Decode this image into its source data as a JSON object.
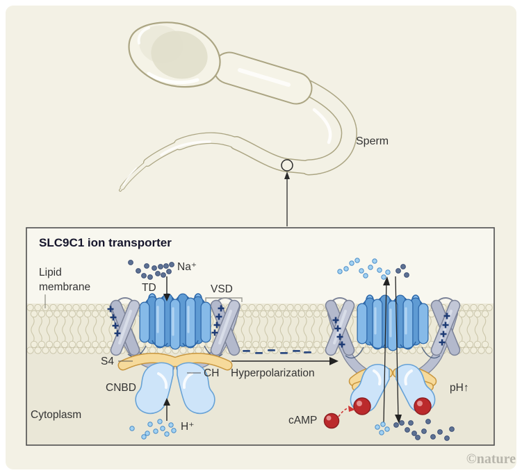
{
  "page": {
    "credit": "©nature"
  },
  "sperm_figure": {
    "label": "Sperm"
  },
  "panel": {
    "title": "SLC9C1 ion transporter",
    "labels": {
      "lipid_membrane": "Lipid membrane",
      "cytoplasm": "Cytoplasm",
      "td": "TD",
      "vsd": "VSD",
      "s4": "S4",
      "cnbd": "CNBD",
      "ch": "CH",
      "na": "Na⁺",
      "h": "H⁺",
      "hyperpolarization": "Hyperpolarization",
      "camp": "cAMP",
      "ph_up": "pH↑"
    },
    "colors": {
      "canvas": "#f3f1e5",
      "panel_top_bg": "#f8f7ef",
      "panel_bottom_bg": "#eae7d7",
      "membrane_base": "#edead9",
      "lipid_head_fill": "#f1eedd",
      "lipid_head_stroke": "#c7c2a7",
      "lipid_tail_stroke": "#ccc7ab",
      "sperm_fill": "#f3f1e5",
      "sperm_outline": "#aba583",
      "sperm_nucleus": "#e2dfcc",
      "td_blue": "#86bae8",
      "td_blue_dark": "#5f9bd3",
      "td_highlight": "#b7d7f4",
      "td_outline": "#2b66a8",
      "vsd_gray": "#c2c7d7",
      "vsd_gray_dark": "#b3b9cc",
      "vsd_highlight": "#dde1ec",
      "vsd_outline": "#7c8398",
      "s4_gray": "#b9bfd1",
      "ch_yellow": "#f6da9b",
      "ch_outline": "#c8963e",
      "cnbd_fill": "#cde4f9",
      "cnbd_outline": "#67a2d6",
      "plus_color": "#1d3a74",
      "dash_color": "#2c4a80",
      "na_ion": "#5d7193",
      "na_ion_stroke": "#3e5076",
      "h_ion": "#a3d2f2",
      "h_ion_stroke": "#4a8cc7",
      "camp_red": "#bb2a2c",
      "camp_red_dark": "#8e1f22",
      "camp_highlight": "#ea9a9a",
      "red_arrow": "#cf3535",
      "arrow_color": "#222222",
      "border_color": "#4f4f4f",
      "leader_color": "#8a8a80",
      "bracket_color": "#9a9a92",
      "text_color": "#333333",
      "credit_color": "#b8b6ac"
    }
  }
}
